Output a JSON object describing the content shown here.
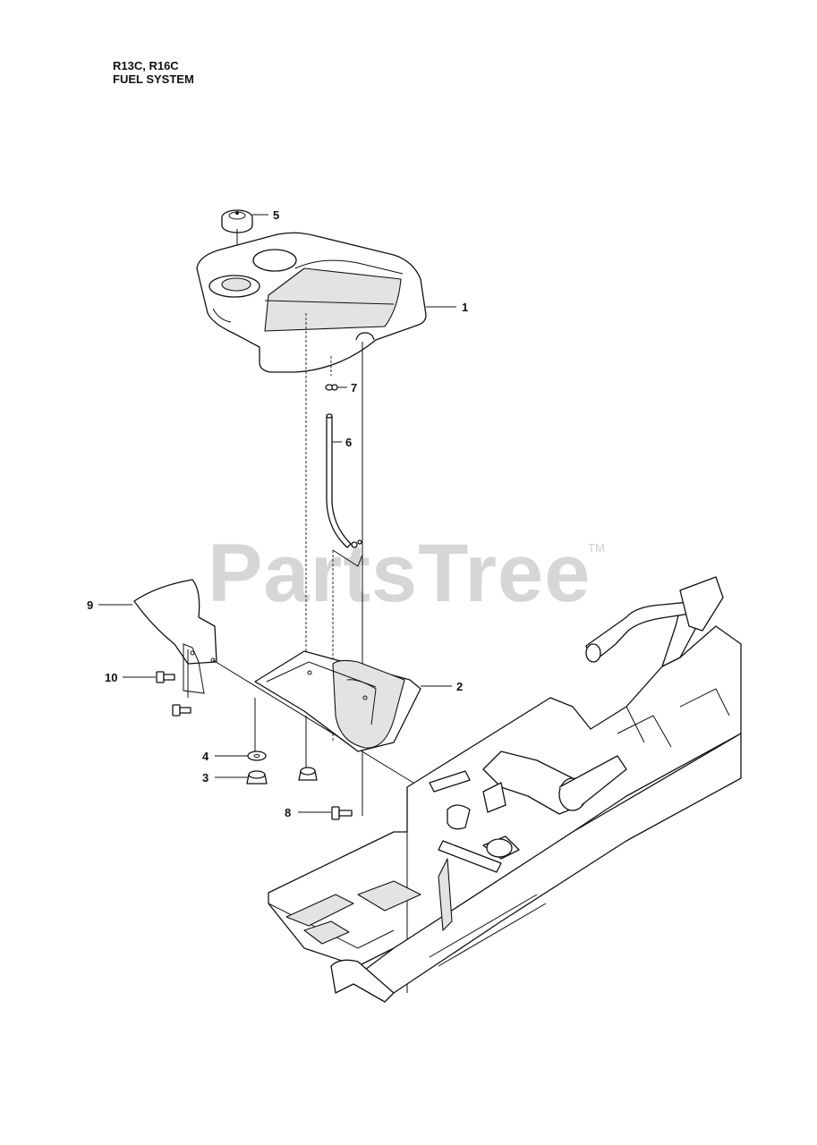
{
  "header": {
    "models": "R13C, R16C",
    "section": "FUEL SYSTEM"
  },
  "watermark": {
    "text": "PartsTree",
    "trademark": "TM",
    "color": "#d6d6d6"
  },
  "callouts": {
    "c1": "1",
    "c2": "2",
    "c3": "3",
    "c4": "4",
    "c5": "5",
    "c6": "6",
    "c7": "7",
    "c8": "8",
    "c9": "9",
    "c10": "10"
  }
}
